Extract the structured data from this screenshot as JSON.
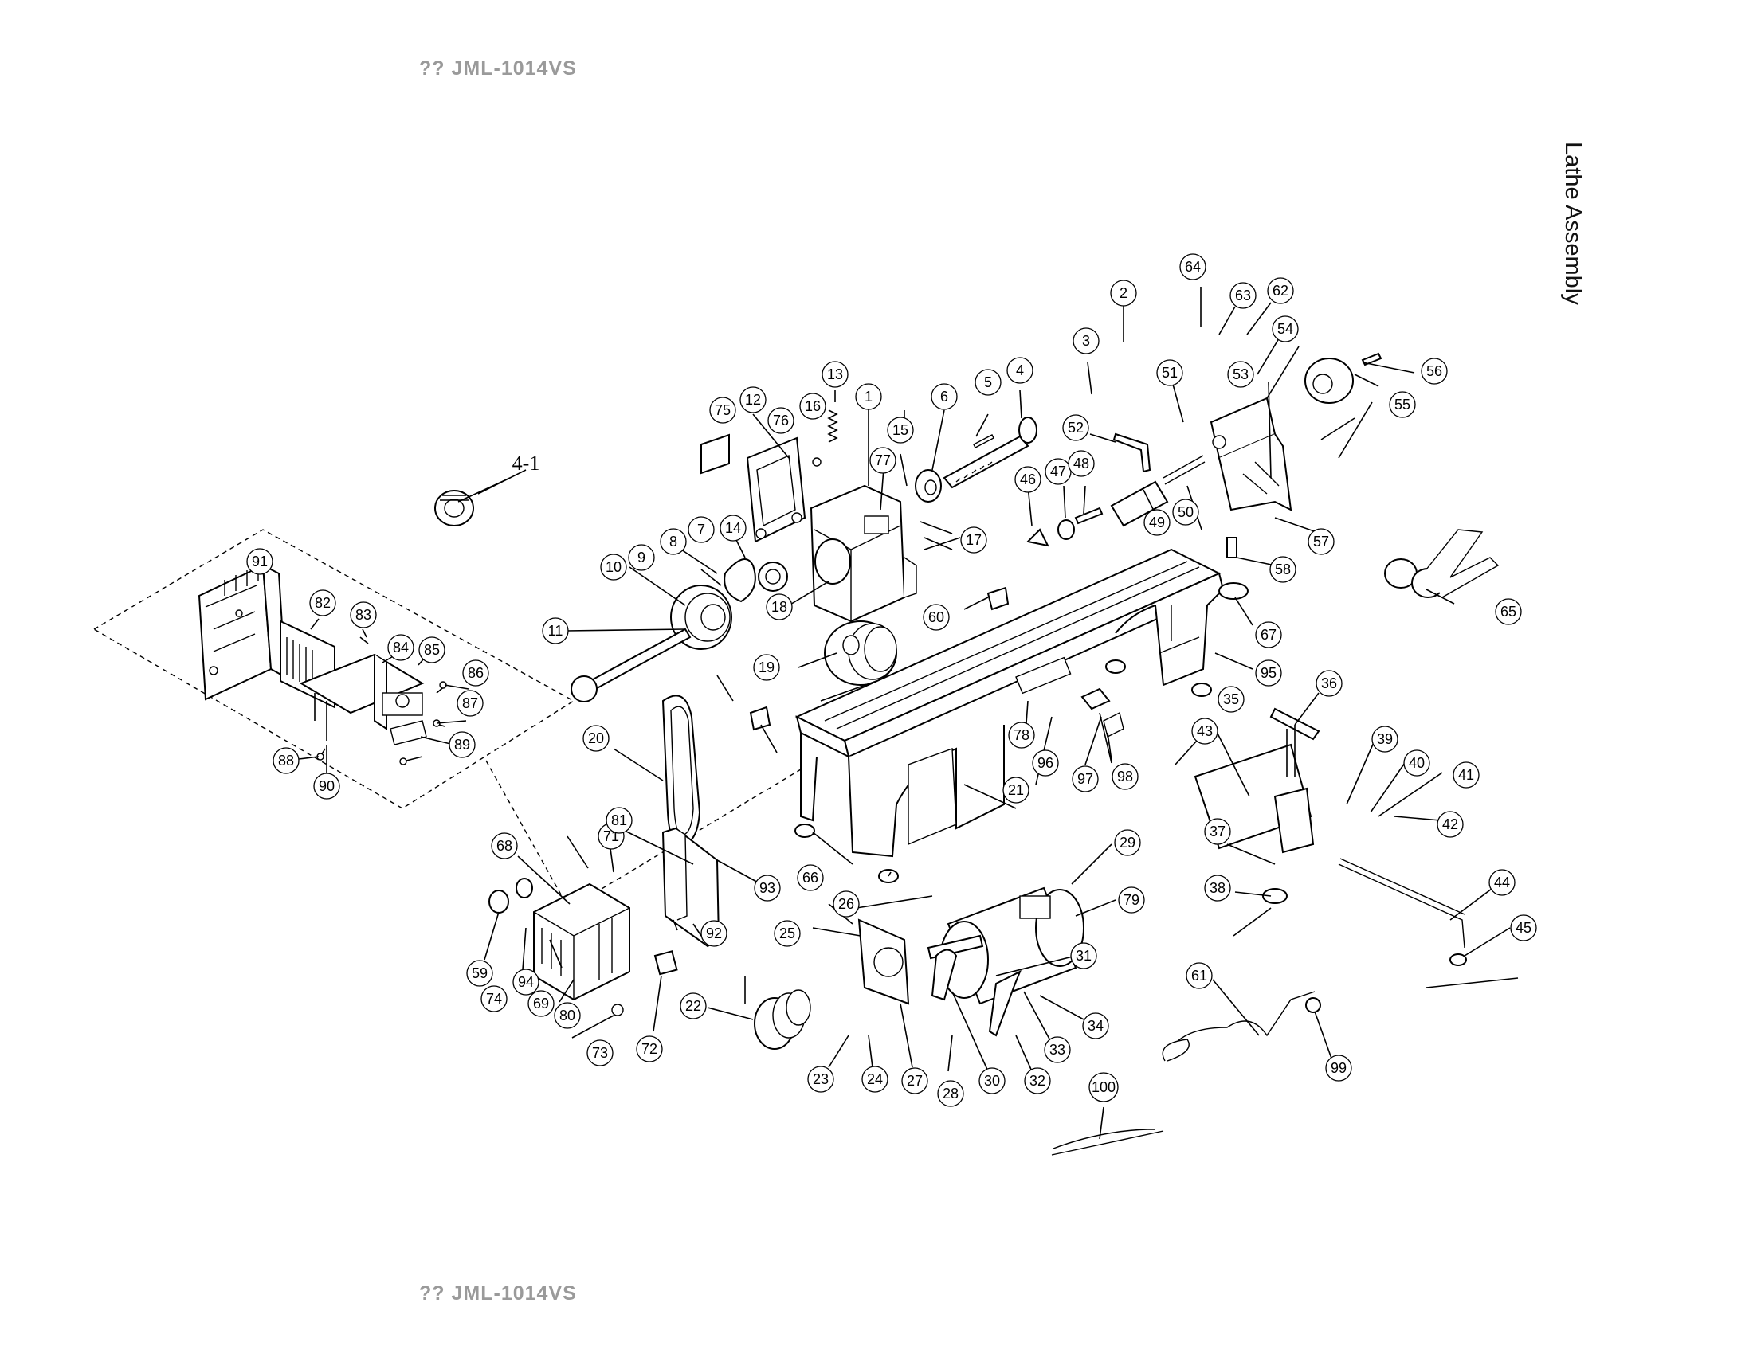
{
  "header": {
    "model_top": "?? JML-1014VS",
    "model_bottom": "?? JML-1014VS"
  },
  "title": "Lathe Assembly",
  "part_labels": [
    "1",
    "2",
    "3",
    "4",
    "4-1",
    "5",
    "6",
    "7",
    "8",
    "9",
    "10",
    "11",
    "12",
    "13",
    "14",
    "15",
    "16",
    "17",
    "18",
    "19",
    "20",
    "21",
    "22",
    "23",
    "24",
    "25",
    "26",
    "27",
    "28",
    "29",
    "30",
    "31",
    "32",
    "33",
    "34",
    "35",
    "36",
    "37",
    "38",
    "39",
    "40",
    "41",
    "42",
    "43",
    "44",
    "45",
    "46",
    "47",
    "48",
    "49",
    "50",
    "51",
    "52",
    "53",
    "54",
    "55",
    "56",
    "57",
    "58",
    "59",
    "60",
    "61",
    "62",
    "63",
    "64",
    "65",
    "66",
    "67",
    "68",
    "69",
    "71",
    "72",
    "73",
    "74",
    "75",
    "76",
    "77",
    "78",
    "79",
    "80",
    "81",
    "82",
    "83",
    "84",
    "85",
    "86",
    "87",
    "88",
    "89",
    "90",
    "91",
    "92",
    "93",
    "94",
    "95",
    "96",
    "97",
    "98",
    "99",
    "100"
  ]
}
